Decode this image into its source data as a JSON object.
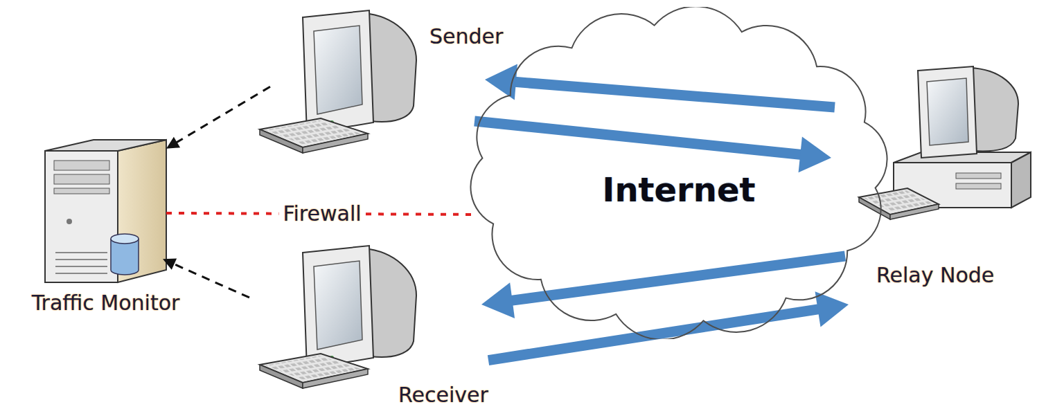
{
  "diagram": {
    "nodes": [
      {
        "text": [
          "Sender"
        ]
      },
      {
        "text": [
          "Traffic Monitor"
        ]
      },
      {
        "text": [
          "Internet"
        ]
      },
      {
        "text": [
          "Relay Node"
        ]
      },
      {
        "text": [
          "Receiver"
        ]
      }
    ],
    "edges": [
      {
        "from": 3,
        "to": 0,
        "arrow": "to"
      },
      {
        "from": 0,
        "to": 3,
        "arrow": "to"
      },
      {
        "from": 3,
        "to": 4,
        "arrow": "to"
      },
      {
        "from": 4,
        "to": 3,
        "arrow": "to"
      },
      {
        "from": 0,
        "to": 1,
        "arrow": "to"
      },
      {
        "from": 4,
        "to": 1,
        "arrow": "to"
      },
      {
        "from": 1,
        "to": 2,
        "arrow": "none",
        "label": "Firewall"
      }
    ]
  }
}
